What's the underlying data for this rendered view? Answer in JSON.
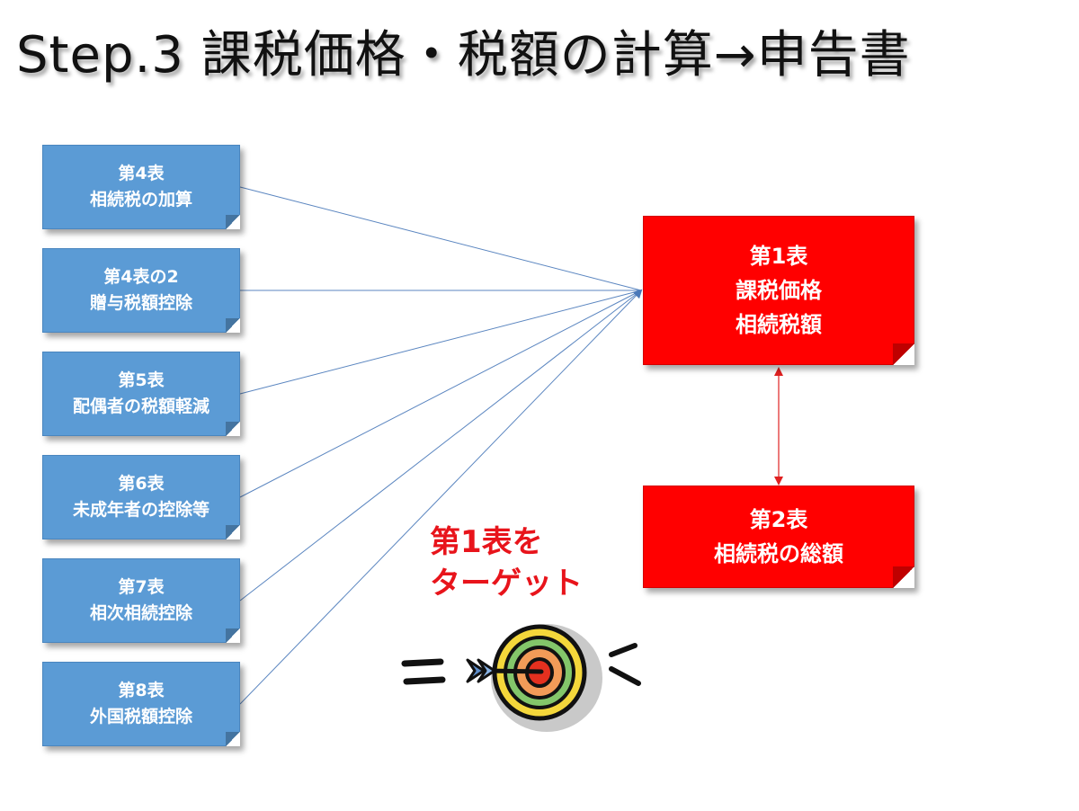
{
  "title": "Step.3 課税価格・税額の計算→申告書",
  "source_tables": [
    {
      "line1": "第4表",
      "line2": "相続税の加算"
    },
    {
      "line1": "第4表の2",
      "line2": "贈与税額控除"
    },
    {
      "line1": "第5表",
      "line2": "配偶者の税額軽減"
    },
    {
      "line1": "第6表",
      "line2": "未成年者の控除等"
    },
    {
      "line1": "第7表",
      "line2": "相次相続控除"
    },
    {
      "line1": "第8表",
      "line2": "外国税額控除"
    }
  ],
  "main_table": {
    "line1": "第1表",
    "line2": "課税価格",
    "line3": "相続税額"
  },
  "total_table": {
    "line1": "第2表",
    "line2": "相続税の総額"
  },
  "target_label": {
    "line1": "第1表を",
    "line2": "ターゲット"
  },
  "icons": {
    "target": "bullseye-arrow-icon"
  },
  "colors": {
    "blue_box": "#5b9bd5",
    "red_box": "#ff0000",
    "target_text": "#e8141b",
    "connector_blue": "#5b86c0",
    "connector_red": "#e02020"
  }
}
